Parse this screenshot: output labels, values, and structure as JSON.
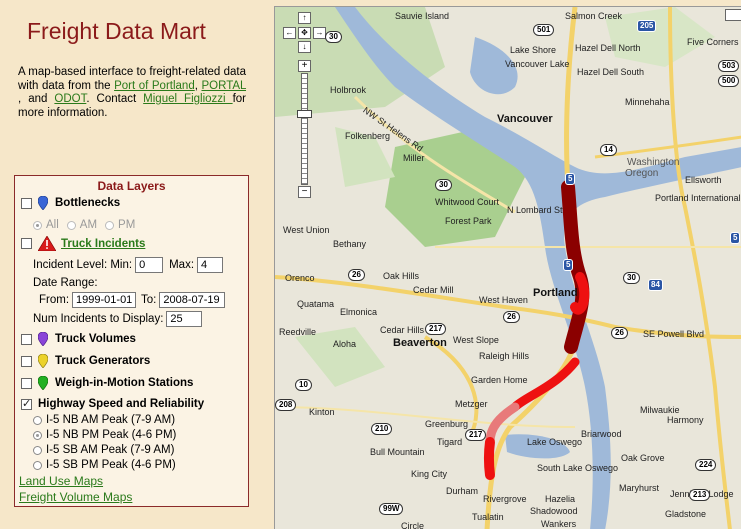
{
  "title": "Freight Data Mart",
  "intro": {
    "text1": "A map-based interface to freight-related data with data from the ",
    "link_portland": "Port of Portland",
    "sep1": ", ",
    "link_portal": "PORTAL",
    "sep2": " , and ",
    "link_odot": "ODOT",
    "text2": ". Contact ",
    "link_contact": "Miguel Figliozzi ",
    "text3": "for more information."
  },
  "layers": {
    "title": "Data Layers",
    "bottlenecks": "Bottlenecks",
    "time_all": "All",
    "time_am": "AM",
    "time_pm": "PM",
    "incidents": "Truck Incidents",
    "incident_level_label": "Incident Level: Min:",
    "incident_min": "0",
    "incident_max_label": "Max:",
    "incident_max": "4",
    "date_range_label": "Date Range:",
    "from_label": "From:",
    "from_value": "1999-01-01",
    "to_label": "To:",
    "to_value": "2008-07-19",
    "num_label": "Num Incidents to Display:",
    "num_value": "25",
    "volumes": "Truck Volumes",
    "generators": "Truck Generators",
    "wim": "Weigh-in-Motion Stations",
    "speed": "Highway Speed and Reliability",
    "speed_options": [
      "I-5 NB AM Peak (7-9 AM)",
      "I-5 NB PM Peak (4-6 PM)",
      "I-5 SB AM Peak (7-9 AM)",
      "I-5 SB PM Peak (4-6 PM)"
    ]
  },
  "links": {
    "land_use": "Land Use Maps",
    "freight_volume": "Freight Volume Maps"
  },
  "colors": {
    "title": "#8b1a1a",
    "link": "#2a7a1a",
    "pin_blue": "#3a66d6",
    "pin_purple": "#8a44d8",
    "pin_yellow": "#ecd22a",
    "pin_green": "#22b022",
    "route_dark": "#8b0000",
    "route_red": "#ee1111"
  },
  "map": {
    "cities": [
      "Vancouver",
      "Portland",
      "Beaverton",
      "Lake Oswego",
      "Milwaukie",
      "Tualatin",
      "Tigard",
      "Durham",
      "Rivergrove",
      "West Haven",
      "Orenco",
      "Elmonica",
      "Gladstone"
    ],
    "places": [
      "Sauvie Island",
      "Salmon Creek",
      "Lake Shore",
      "Hazel Dell North",
      "Vancouver Lake",
      "Hazel Dell South",
      "Five Corners",
      "Minnehaha",
      "Holbrook",
      "Folkenberg",
      "Miller",
      "Whitwood Court",
      "Forest Park",
      "N Lombard St",
      "Washington",
      "Oregon",
      "Ellsworth",
      "Portland International",
      "West Union",
      "Bethany",
      "Oak Hills",
      "Cedar Mill",
      "Quatama",
      "Cedar Hills",
      "Reedville",
      "Aloha",
      "West Slope",
      "Raleigh Hills",
      "Garden Home",
      "Metzger",
      "Kinton",
      "Greenburg",
      "Bull Mountain",
      "Briarwood",
      "Oak Grove",
      "King City",
      "Hazelia",
      "Shadowood",
      "Jennings Lodge",
      "Maryhurst",
      "Harmony",
      "SE Powell Blvd",
      "Wankers",
      "Circle",
      "South Lake Oswego",
      "NW St Helens Rd"
    ],
    "shields": [
      "501",
      "205",
      "503",
      "500",
      "30",
      "14",
      "30",
      "26",
      "30",
      "26",
      "26",
      "217",
      "10",
      "208",
      "210",
      "217",
      "224",
      "213",
      "99W",
      "84",
      "5",
      "5",
      "5"
    ]
  }
}
